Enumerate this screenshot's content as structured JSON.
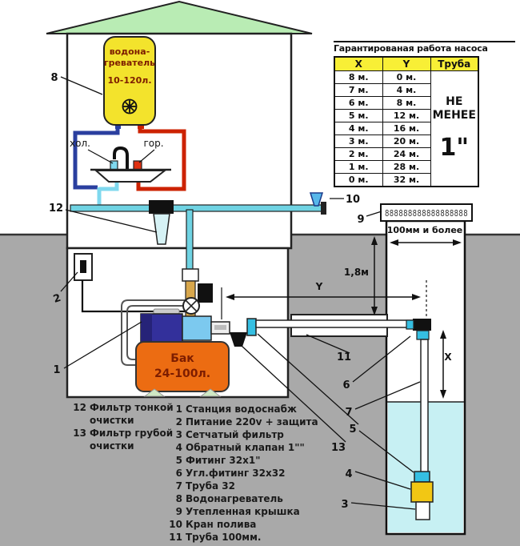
{
  "table": {
    "title": "Гарантированая работа насоса",
    "columns": [
      "X",
      "Y",
      "Труба"
    ],
    "rows": [
      [
        "8 м.",
        "0 м."
      ],
      [
        "7 м.",
        "4 м."
      ],
      [
        "6 м.",
        "8 м."
      ],
      [
        "5 м.",
        "12 м."
      ],
      [
        "4 м.",
        "16 м."
      ],
      [
        "3 м.",
        "20 м."
      ],
      [
        "2 м.",
        "24 м."
      ],
      [
        "1 м.",
        "28 м."
      ],
      [
        "0 м.",
        "32 м."
      ]
    ],
    "pipe_cell": {
      "line1": "НЕ",
      "line2": "МЕНЕЕ",
      "size": "1\""
    }
  },
  "diagram": {
    "heater": {
      "line1": "водона-",
      "line2": "греватель",
      "capacity": "10-120л."
    },
    "sink": {
      "cold": "хол.",
      "hot": "гор."
    },
    "tank": {
      "line1": "Бак",
      "line2": "24-100л."
    },
    "dims": {
      "depth": "1,8м",
      "y": "Y",
      "x": "X",
      "well_width": "100мм и более"
    },
    "cover_pattern": "888888888888888888"
  },
  "callouts": {
    "n1": "1",
    "n2": "2",
    "n3": "3",
    "n4": "4",
    "n5": "5",
    "n6": "6",
    "n7": "7",
    "n8": "8",
    "n9": "9",
    "n10": "10",
    "n11": "11",
    "n12": "12",
    "n13": "13"
  },
  "legend_left": [
    {
      "num": "12",
      "line1": "Фильтр тонкой",
      "line2": "очистки"
    },
    {
      "num": "13",
      "line1": "Фильтр грубой",
      "line2": "очистки"
    }
  ],
  "legend_main": [
    {
      "num": "1",
      "text": "Станция водоснабж"
    },
    {
      "num": "2",
      "text": "Питание 220v + защита"
    },
    {
      "num": "3",
      "text": "Сетчатый фильтр"
    },
    {
      "num": "4",
      "text": "Обратный клапан 1\"\""
    },
    {
      "num": "5",
      "text": "Фитинг 32х1\""
    },
    {
      "num": "6",
      "text": "Угл.фитинг 32х32"
    },
    {
      "num": "7",
      "text": "Труба 32"
    },
    {
      "num": "8",
      "text": "Водонагреватель"
    },
    {
      "num": "9",
      "text": "Утепленная крышка"
    },
    {
      "num": "10",
      "text": "Кран полива"
    },
    {
      "num": "11",
      "text": "Труба 100мм."
    }
  ],
  "colors": {
    "roof_green": "#b9ecb4",
    "heater_yellow": "#f3e32c",
    "ground_grey": "#a9a9a9",
    "tank_orange": "#ec6c12",
    "water_cyan": "#c7f0f3",
    "pipe_cyan": "#6fd3e3",
    "fitting_cyan": "#35bfe2",
    "motor_blue": "#33309b",
    "pump_head_blue": "#7cc9ef",
    "table_header_yellow": "#f8ef36",
    "hot_red": "#cc2200",
    "cold_blue": "#2a3f9f",
    "brass": "#d8a74c",
    "valve_yellow": "#f2c714"
  }
}
